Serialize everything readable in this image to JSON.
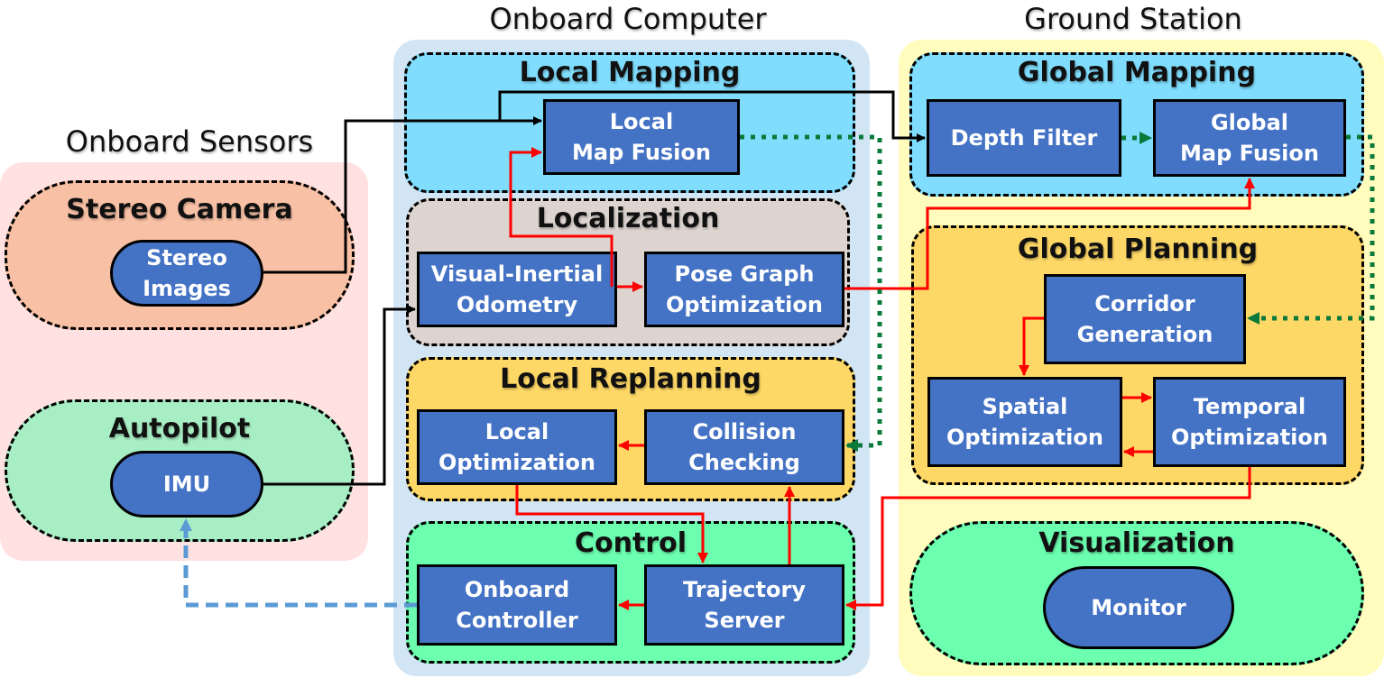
{
  "regions": {
    "onboard_sensors": {
      "title": "Onboard Sensors",
      "color": "#ffe1e1"
    },
    "onboard_computer": {
      "title": "Onboard Computer",
      "color": "#d2e5f4"
    },
    "ground_station": {
      "title": "Ground Station",
      "color": "#fffcbd"
    }
  },
  "groups": {
    "stereo_camera": {
      "title": "Stereo Camera",
      "color": "#f8c1a5",
      "nodes": [
        "Stereo\nImages"
      ]
    },
    "autopilot": {
      "title": "Autopilot",
      "color": "#a8eec4",
      "nodes": [
        "IMU"
      ]
    },
    "local_mapping": {
      "title": "Local Mapping",
      "color": "#80ddfd",
      "nodes": [
        "Local\nMap Fusion"
      ]
    },
    "localization": {
      "title": "Localization",
      "color": "#ddd4d0",
      "nodes": [
        "Visual-Inertial\nOdometry",
        "Pose Graph\nOptimization"
      ]
    },
    "local_replanning": {
      "title": "Local Replanning",
      "color": "#fed866",
      "nodes": [
        "Local\nOptimization",
        "Collision\nChecking"
      ]
    },
    "control": {
      "title": "Control",
      "color": "#6cffb0",
      "nodes": [
        "Onboard\nController",
        "Trajectory\nServer"
      ]
    },
    "global_mapping": {
      "title": "Global Mapping",
      "color": "#80ddfd",
      "nodes": [
        "Depth Filter",
        "Global\nMap Fusion"
      ]
    },
    "global_planning": {
      "title": "Global Planning",
      "color": "#fed866",
      "nodes": [
        "Corridor\nGeneration",
        "Spatial\nOptimization",
        "Temporal\nOptimization"
      ]
    },
    "visualization": {
      "title": "Visualization",
      "color": "#6cffb0",
      "nodes": [
        "Monitor"
      ]
    }
  },
  "node_color": "#4472c4",
  "edges": [
    {
      "from": "Stereo Images",
      "to": "Local Map Fusion",
      "style": "solid-black"
    },
    {
      "from": "Stereo Images",
      "to": "Depth Filter",
      "style": "solid-black"
    },
    {
      "from": "IMU",
      "to": "Visual-Inertial Odometry",
      "style": "solid-black"
    },
    {
      "from": "Visual-Inertial Odometry",
      "to": "Pose Graph Optimization",
      "style": "solid-red"
    },
    {
      "from": "Visual-Inertial Odometry",
      "to": "Local Map Fusion",
      "style": "solid-red"
    },
    {
      "from": "Pose Graph Optimization",
      "to": "Global Map Fusion",
      "style": "solid-red"
    },
    {
      "from": "Local Map Fusion",
      "to": "Collision Checking",
      "style": "dotted-green"
    },
    {
      "from": "Depth Filter",
      "to": "Global Map Fusion",
      "style": "dotted-green"
    },
    {
      "from": "Global Map Fusion",
      "to": "Corridor Generation",
      "style": "dotted-green"
    },
    {
      "from": "Corridor Generation",
      "to": "Spatial Optimization",
      "style": "solid-red"
    },
    {
      "from": "Spatial Optimization",
      "to": "Temporal Optimization",
      "style": "solid-red"
    },
    {
      "from": "Temporal Optimization",
      "to": "Spatial Optimization",
      "style": "solid-red"
    },
    {
      "from": "Temporal Optimization",
      "to": "Trajectory Server",
      "style": "solid-red"
    },
    {
      "from": "Collision Checking",
      "to": "Local Optimization",
      "style": "solid-red"
    },
    {
      "from": "Local Optimization",
      "to": "Trajectory Server",
      "style": "solid-red"
    },
    {
      "from": "Trajectory Server",
      "to": "Collision Checking",
      "style": "solid-red"
    },
    {
      "from": "Trajectory Server",
      "to": "Onboard Controller",
      "style": "solid-red"
    },
    {
      "from": "Onboard Controller",
      "to": "IMU",
      "style": "dashed-blue"
    }
  ],
  "edge_colors": {
    "black": "#000000",
    "red": "#ff0000",
    "green": "#0a7a3a",
    "blue": "#5b9bd5"
  }
}
